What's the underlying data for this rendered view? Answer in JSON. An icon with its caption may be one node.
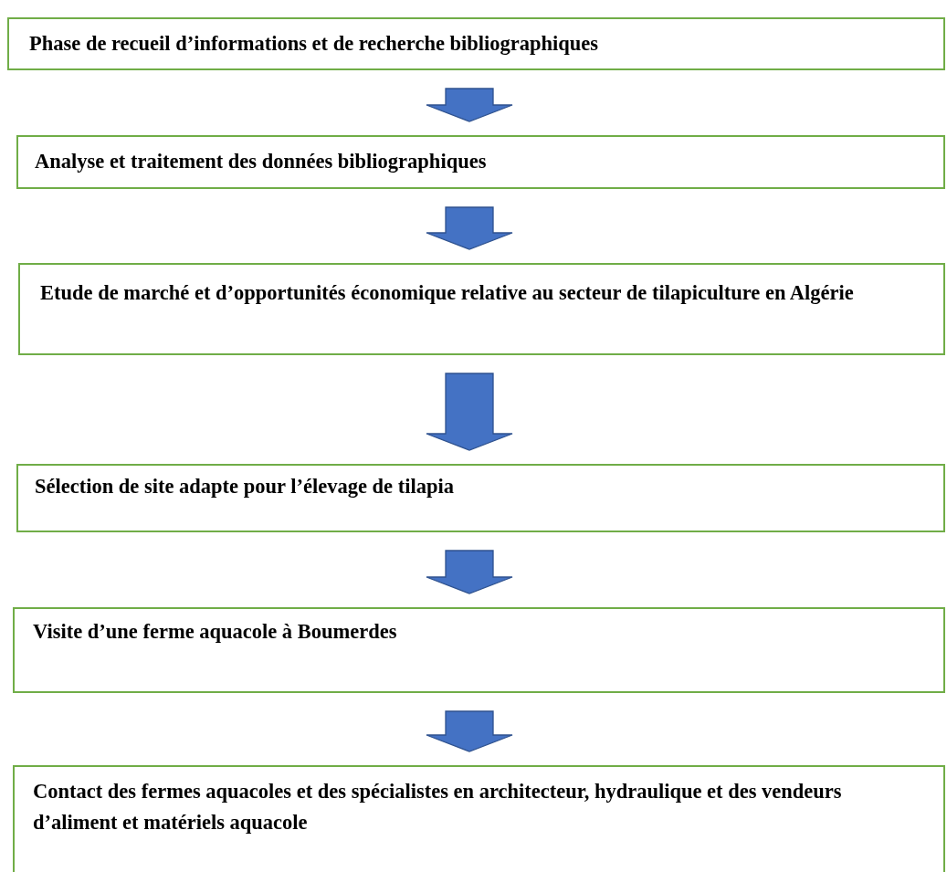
{
  "diagram": {
    "nodes": [
      {
        "text": [
          "Phase de recueil d’informations et de recherche bibliographiques"
        ]
      },
      {
        "text": [
          "Analyse et traitement des données bibliographiques"
        ]
      },
      {
        "text": [
          "Etude de marché et d’opportunités économique relative au secteur de tilapiculture en Algérie"
        ]
      },
      {
        "text": [
          "Sélection de site adapte pour l’élevage de tilapia"
        ]
      },
      {
        "text": [
          "Visite d’une ferme aquacole à Boumerdes"
        ]
      },
      {
        "text": [
          "Contact des fermes aquacoles et des spécialistes en architecteur, hydraulique et des vendeurs d’aliment et matériels aquacole"
        ]
      }
    ],
    "edges": [
      {
        "from": 0,
        "to": 1,
        "arrow": "to"
      },
      {
        "from": 1,
        "to": 2,
        "arrow": "to"
      },
      {
        "from": 2,
        "to": 3,
        "arrow": "to"
      },
      {
        "from": 3,
        "to": 4,
        "arrow": "to"
      },
      {
        "from": 4,
        "to": 5,
        "arrow": "to"
      }
    ]
  }
}
